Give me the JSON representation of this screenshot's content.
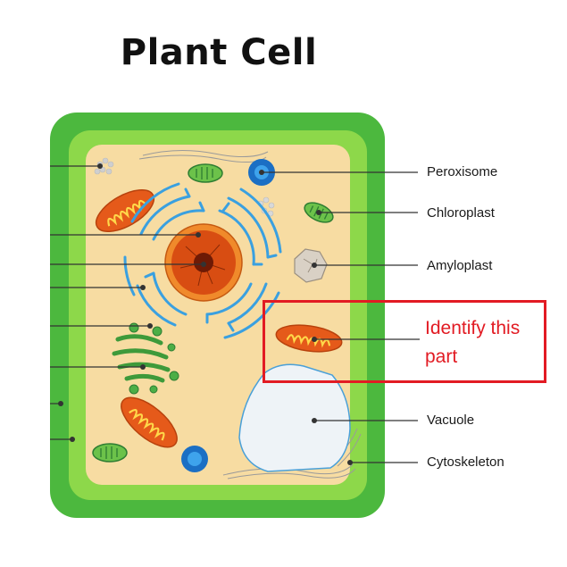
{
  "title": "Plant Cell",
  "labels": {
    "peroxisome": "Peroxisome",
    "chloroplast": "Chloroplast",
    "amyloplast": "Amyloplast",
    "vacuole": "Vacuole",
    "cytoskeleton": "Cytoskeleton"
  },
  "question": "Identify this part",
  "colors": {
    "cell_wall": "#4cb83e",
    "cell_membrane": "#8dd84a",
    "cytoplasm": "#f7dca2",
    "nucleus": "#d84d12",
    "mitochondrion": "#e55a1a",
    "er": "#3aa0e0",
    "vacuole": "#eef3f7",
    "highlight": "#e21b23"
  }
}
